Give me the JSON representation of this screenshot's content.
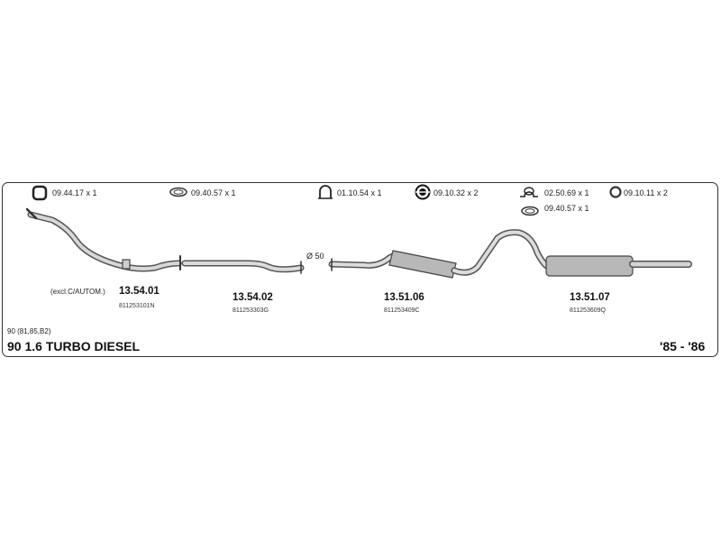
{
  "accessories": [
    {
      "label": "09.44.17 x 1",
      "icon": "square-clamp-icon"
    },
    {
      "label": "09.40.57 x 1",
      "icon": "ring-gasket-icon"
    },
    {
      "label": "01.10.54 x 1",
      "icon": "u-clamp-icon"
    },
    {
      "label": "09.10.32 x 2",
      "icon": "rubber-mount-icon"
    },
    {
      "label": "02.50.69 x 1",
      "icon": "bracket-clamp-icon"
    },
    {
      "label": "09.10.11 x 2",
      "icon": "rubber-ring-icon"
    },
    {
      "label": "09.40.57 x 1",
      "icon": "ring-gasket-icon"
    }
  ],
  "pipe_diameter": "Ø 50",
  "parts": [
    {
      "prefix": "(excl.C/AUTOM.)",
      "code": "13.54.01",
      "oem": "811253101N"
    },
    {
      "code": "13.54.02",
      "oem": "811253303G"
    },
    {
      "code": "13.51.06",
      "oem": "811253409C"
    },
    {
      "code": "13.51.07",
      "oem": "811253609Q"
    }
  ],
  "variant": "90 (81,85,B2)",
  "model": "90  1.6 TURBO DIESEL",
  "years": "'85 - '86"
}
